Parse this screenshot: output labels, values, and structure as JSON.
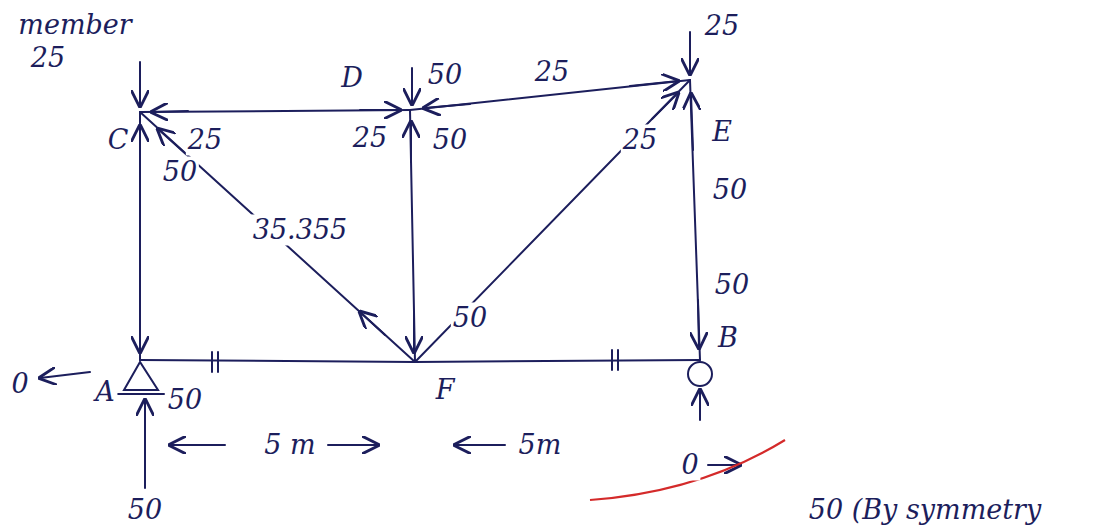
{
  "diagram": {
    "labels": [
      "member",
      "25",
      "C",
      "25",
      "50",
      "D",
      "50",
      "25",
      "25",
      "50",
      "25",
      "E",
      "25",
      "50",
      "35.355",
      "50",
      "F",
      "50",
      "B",
      "0",
      "A",
      "50",
      "5 m",
      "5m",
      "0",
      "50 (By symmetry",
      "50"
    ]
  }
}
